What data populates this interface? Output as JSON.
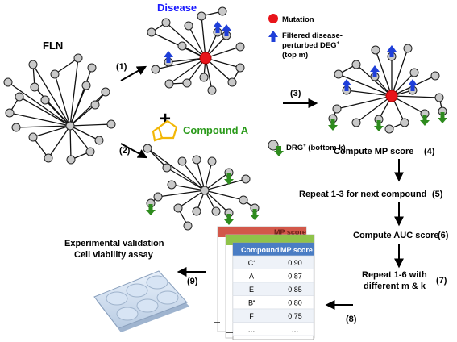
{
  "labels": {
    "fln": "FLN",
    "disease": "Disease",
    "compound_a": "Compound A",
    "plus": "+",
    "step1": "(1)",
    "step2": "(2)",
    "step3": "(3)",
    "step4": "(4)",
    "step5": "(5)",
    "step6": "(6)",
    "step7": "(7)",
    "step8": "(8)",
    "step9": "(9)"
  },
  "legend": {
    "mutation": "Mutation",
    "filtered_deg_line1": "Filtered disease-",
    "filtered_deg_line2": "perturbed DEG",
    "filtered_deg_sup": "+",
    "filtered_deg_line3": "(top m)",
    "drg": "DRG",
    "drg_sup": "+",
    "drg_rest": " (bottom k)"
  },
  "steps": {
    "compute_mp": "Compute MP score",
    "repeat_1_3": "Repeat 1-3 for next compound",
    "compute_auc": "Compute AUC score",
    "repeat_1_6_line1": "Repeat 1-6 with",
    "repeat_1_6_line2": "different m & k",
    "validation_line1": "Experimental validation",
    "validation_line2": "Cell viability assay"
  },
  "table": {
    "columns": [
      "Compound",
      "MP score"
    ],
    "back_header_fragment": "MP score",
    "rows": [
      {
        "compound": "C",
        "sup": "•",
        "score": "0.90"
      },
      {
        "compound": "A",
        "sup": "",
        "score": "0.87"
      },
      {
        "compound": "E",
        "sup": "",
        "score": "0.85"
      },
      {
        "compound": "B",
        "sup": "•",
        "score": "0.80"
      },
      {
        "compound": "F",
        "sup": "",
        "score": "0.75"
      },
      {
        "compound": "…",
        "sup": "",
        "score": "…"
      }
    ]
  },
  "colors": {
    "disease": "#1a1aff",
    "compound": "#2a9a1a",
    "mutation": "#e8141a",
    "up_arrow": "#1f3fd8",
    "down_arrow": "#2e8b1e",
    "pentagon": "#f2b707",
    "table_header": "#4a7dc4",
    "table_back1": "#d2584a",
    "table_back2": "#8fc34a"
  }
}
